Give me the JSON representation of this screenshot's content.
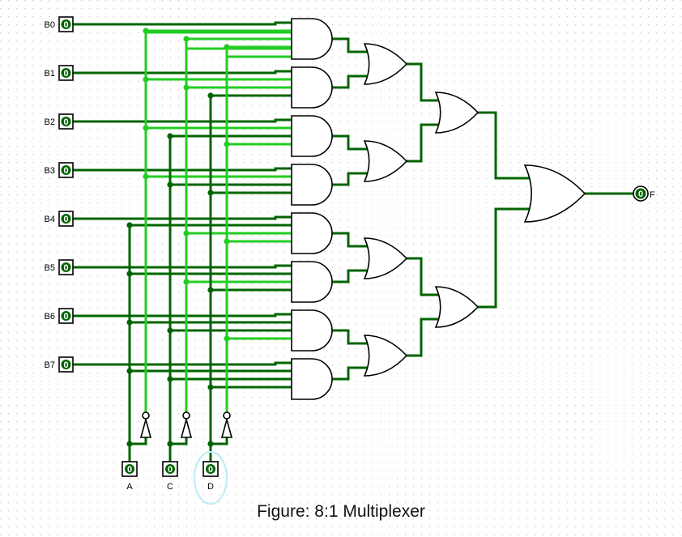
{
  "inputs": {
    "data_pins": [
      {
        "label": "B0",
        "value": "0"
      },
      {
        "label": "B1",
        "value": "0"
      },
      {
        "label": "B2",
        "value": "0"
      },
      {
        "label": "B3",
        "value": "0"
      },
      {
        "label": "B4",
        "value": "0"
      },
      {
        "label": "B5",
        "value": "0"
      },
      {
        "label": "B6",
        "value": "0"
      },
      {
        "label": "B7",
        "value": "0"
      }
    ],
    "select_pins": [
      {
        "label": "A",
        "value": "0"
      },
      {
        "label": "C",
        "value": "0"
      },
      {
        "label": "D",
        "value": "0"
      }
    ]
  },
  "output": {
    "label": "F",
    "value": "0"
  },
  "caption": "Figure: 8:1 Multiplexer",
  "colors": {
    "wire_low": "#006400",
    "wire_high": "#22cc22",
    "gate_stroke": "#000000",
    "grid_dot": "#c8c8c8",
    "selection_ring": "#bfeef5"
  }
}
